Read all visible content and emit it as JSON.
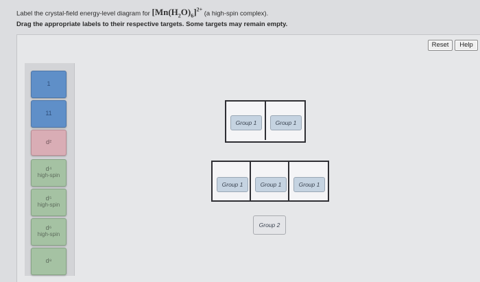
{
  "question": {
    "prefix": "Label the crystal-field energy-level diagram for",
    "formula_open": "[Mn(H",
    "formula_sub2": "2",
    "formula_mid": "O)",
    "formula_sub6": "6",
    "formula_close": "]",
    "charge": "2+",
    "suffix": "(a high-spin complex)."
  },
  "instruction": "Drag the appropriate labels to their respective targets. Some targets may remain empty.",
  "toolbar": {
    "reset_label": "Reset",
    "help_label": "Help"
  },
  "labels": [
    {
      "main": "1",
      "sub": "",
      "color": "#5f8fc8"
    },
    {
      "main": "11",
      "sub": "",
      "color": "#5f8fc8"
    },
    {
      "main": "d²",
      "sub": "",
      "color": "#d9adb5"
    },
    {
      "main": "d⁴",
      "sub": "high-spin",
      "color": "#a5c2a3"
    },
    {
      "main": "d⁵",
      "sub": "high-spin",
      "color": "#a5c2a3"
    },
    {
      "main": "d⁶",
      "sub": "high-spin",
      "color": "#a5c2a3"
    },
    {
      "main": "d⁸",
      "sub": "",
      "color": "#a5c2a3"
    }
  ],
  "targets": {
    "upper": [
      "Group 1",
      "Group 1"
    ],
    "lower": [
      "Group 1",
      "Group 1",
      "Group 1"
    ],
    "bottom": "Group 2"
  }
}
